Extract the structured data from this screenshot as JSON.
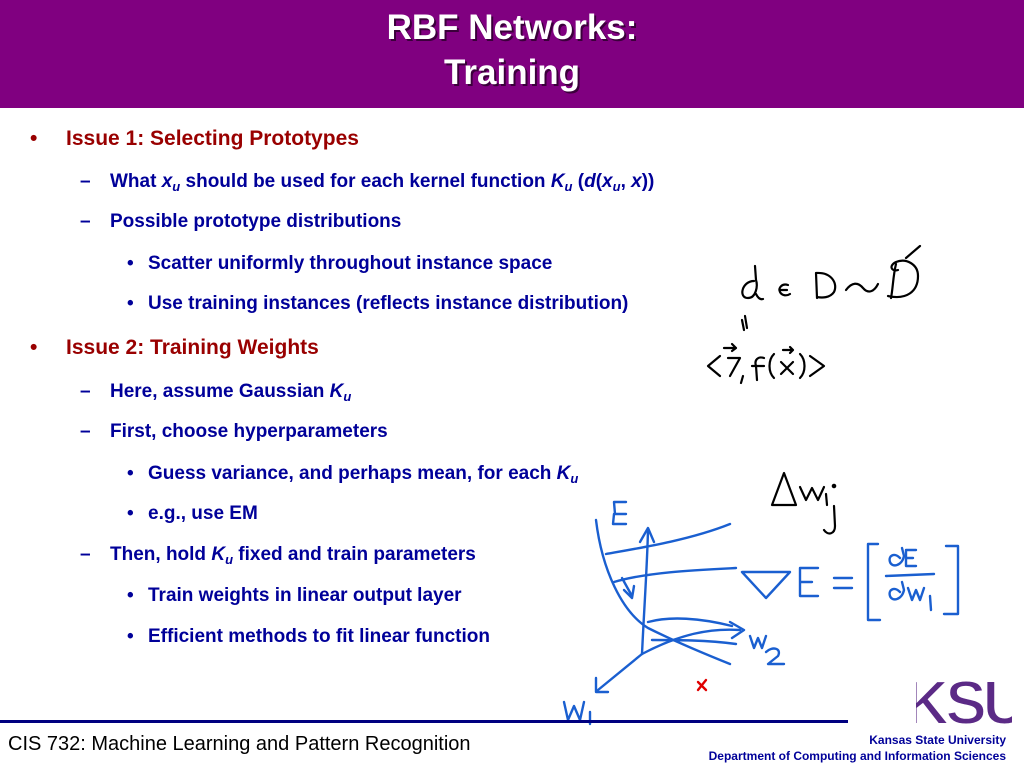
{
  "slide": {
    "title_line1": "RBF Networks:",
    "title_line2": "Training"
  },
  "bullets": {
    "issue1": "Issue 1: Selecting Prototypes",
    "what_prefix": "What ",
    "what_x": "x",
    "what_u": "u",
    "what_mid": " should be used for each kernel function ",
    "what_K": "K",
    "what_Ku": "u",
    "what_open": " (",
    "what_d": "d",
    "what_paren": "(",
    "what_x2": "x",
    "what_u2": "u",
    "what_comma": ", ",
    "what_x3": "x",
    "what_close": "))",
    "possible": "Possible prototype distributions",
    "scatter": "Scatter uniformly throughout instance space",
    "use_training": "Use training instances (reflects instance distribution)",
    "issue2": "Issue 2: Training Weights",
    "here_prefix": "Here, assume Gaussian ",
    "here_K": "K",
    "here_u": "u",
    "first": "First, choose hyperparameters",
    "guess_prefix": "Guess variance, and perhaps mean, for each ",
    "guess_K": "K",
    "guess_u": "u",
    "eg": "e.g., use EM",
    "then_prefix": "Then, hold ",
    "then_K": "K",
    "then_u": "u",
    "then_suffix": " fixed and train parameters",
    "train_weights": "Train weights in linear output layer",
    "efficient": "Efficient methods to fit linear function"
  },
  "footer": {
    "course": "CIS 732: Machine Learning and Pattern Recognition",
    "university": "Kansas State University",
    "department": "Department of Computing and Information Sciences"
  },
  "logo_text": "KSU",
  "annotations": {
    "handwriting_1": "d ∈ D ~ 𝒟",
    "handwriting_2": "<x⃗, f(x⃗)>",
    "handwriting_3": "Δw",
    "handwriting_4": "ij",
    "handwriting_5": "∇E = [∂E/∂wi]",
    "axis_E": "E",
    "axis_w1": "w1",
    "axis_w2": "w2"
  },
  "colors": {
    "title_bg": "#800080",
    "level1_text": "#990000",
    "level2_text": "#000099",
    "ink_blue": "#1a5fd0",
    "ink_black": "#000000",
    "ink_red": "#e00000",
    "logo_purple": "#5b2a86"
  }
}
